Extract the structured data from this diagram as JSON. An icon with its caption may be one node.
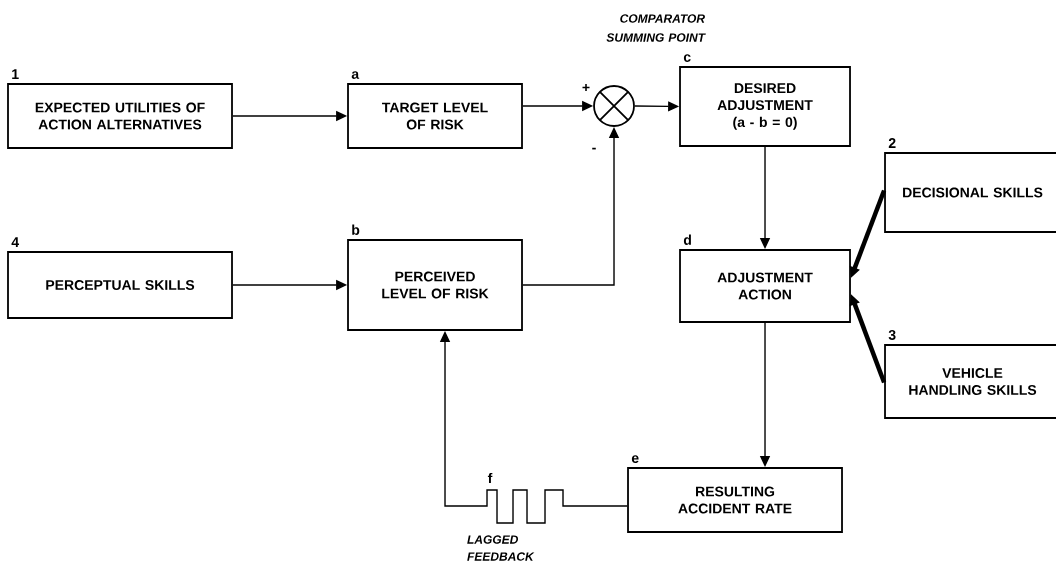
{
  "diagram": {
    "nodes": [
      {
        "text": [
          "EXPECTED UTILITIES OF ACTION ALTERNATIVES"
        ],
        "beside": [
          "1"
        ]
      },
      {
        "text": [
          "TARGET LEVEL OF RISK"
        ],
        "beside": [
          "a"
        ]
      },
      {
        "text": [],
        "shape": "circle"
      },
      {
        "text": [
          "DESIRED ADJUSTMENT (a - b = 0)"
        ],
        "beside": [
          "c"
        ]
      },
      {
        "text": [
          "DECISIONAL SKILLS"
        ],
        "beside": [
          "2"
        ]
      },
      {
        "text": [
          "PERCEPTUAL SKILLS"
        ],
        "beside": [
          "4"
        ]
      },
      {
        "text": [
          "PERCEIVED LEVEL OF RISK"
        ],
        "beside": [
          "b"
        ]
      },
      {
        "text": [
          "ADJUSTMENT ACTION"
        ],
        "beside": [
          "d"
        ]
      },
      {
        "text": [
          "VEHICLE HANDLING SKILLS"
        ],
        "beside": [
          "3"
        ]
      },
      {
        "text": [
          "RESULTING ACCIDENT RATE"
        ],
        "beside": [
          "e"
        ]
      }
    ],
    "edges": [
      {
        "from": 0,
        "to": 1,
        "arrow": "to"
      },
      {
        "from": 1,
        "to": 2,
        "arrow": "to"
      },
      {
        "from": 6,
        "to": 2,
        "arrow": "to"
      },
      {
        "from": 2,
        "to": 3,
        "arrow": "to"
      },
      {
        "from": 3,
        "to": 7,
        "arrow": "to"
      },
      {
        "from": 4,
        "to": 7,
        "arrow": "to",
        "style": "thick"
      },
      {
        "from": 8,
        "to": 7,
        "arrow": "to",
        "style": "thick"
      },
      {
        "from": 5,
        "to": 6,
        "arrow": "to"
      },
      {
        "from": 7,
        "to": 9,
        "arrow": "to"
      },
      {
        "from": 9,
        "to": 6,
        "arrow": "to"
      }
    ],
    "labels": [
      "COMPARATOR SUMMING POINT",
      "+",
      "-",
      "f",
      "LAGGED FEEDBACK"
    ]
  }
}
